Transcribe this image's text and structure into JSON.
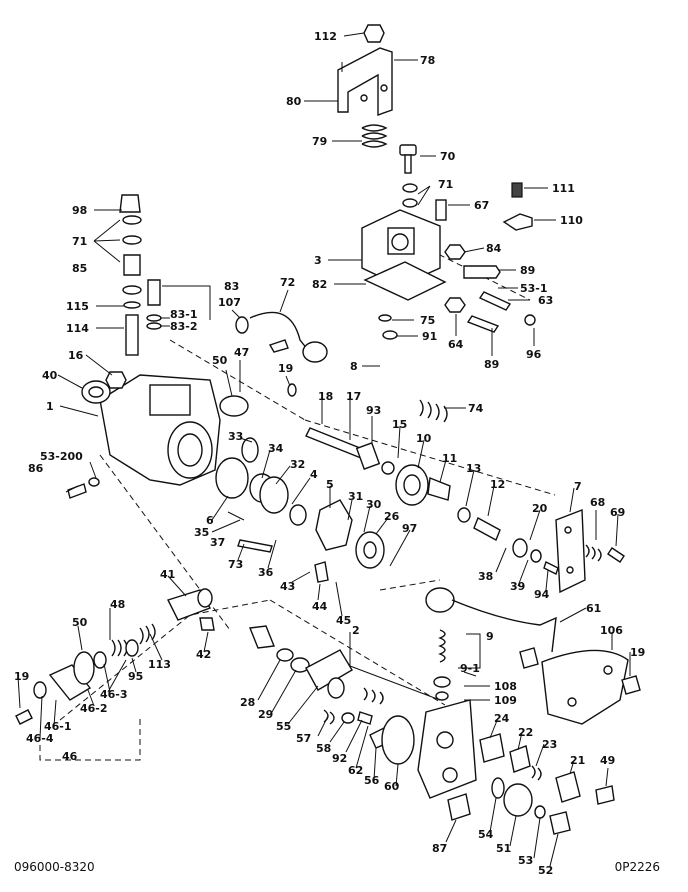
{
  "footer": {
    "left_code": "096000-8320",
    "right_code": "0P2226"
  },
  "labels": [
    "112",
    "78",
    "80",
    "79",
    "70",
    "71",
    "111",
    "67",
    "110",
    "98",
    "71",
    "3",
    "84",
    "85",
    "89",
    "82",
    "53-1",
    "63",
    "83",
    "107",
    "72",
    "75",
    "83-1",
    "83-2",
    "115",
    "91",
    "64",
    "114",
    "96",
    "89",
    "16",
    "50",
    "47",
    "8",
    "40",
    "19",
    "18",
    "17",
    "93",
    "74",
    "1",
    "33",
    "34",
    "32",
    "4",
    "15",
    "10",
    "53-200",
    "86",
    "11",
    "13",
    "12",
    "7",
    "5",
    "31",
    "30",
    "26",
    "20",
    "6",
    "35",
    "37",
    "36",
    "38",
    "39",
    "94",
    "68",
    "69",
    "73",
    "97",
    "43",
    "44",
    "45",
    "41",
    "2",
    "48",
    "61",
    "50",
    "113",
    "95",
    "42",
    "9",
    "106",
    "19",
    "9-1",
    "108",
    "109",
    "28",
    "29",
    "55",
    "57",
    "58",
    "92",
    "62",
    "24",
    "22",
    "23",
    "21",
    "19",
    "46-2",
    "46-3",
    "46-1",
    "46-4",
    "46",
    "56",
    "60",
    "49",
    "87",
    "54",
    "51",
    "53",
    "52"
  ]
}
